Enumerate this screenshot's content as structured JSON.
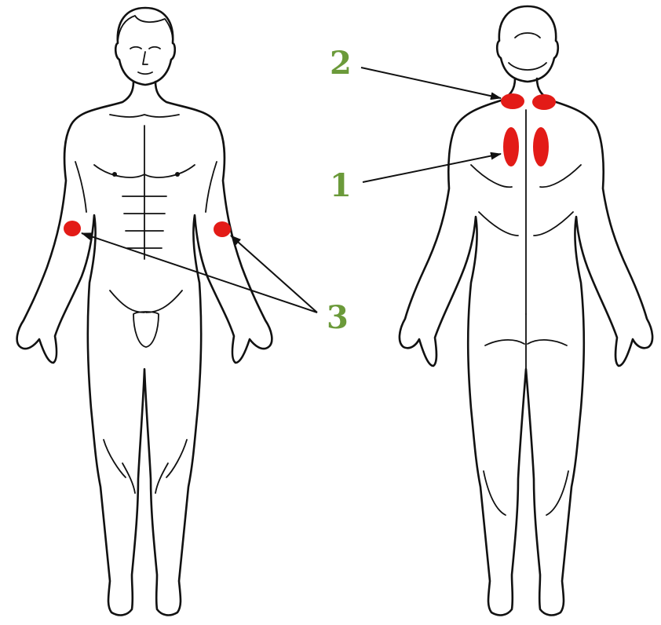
{
  "colors": {
    "label_green": "#6b9a3a",
    "marker_red": "#e31b17",
    "line_black": "#111111",
    "background": "#ffffff"
  },
  "labels": {
    "one": "1",
    "two": "2",
    "three": "3"
  },
  "figures": {
    "front": "front-view-body",
    "back": "back-view-body"
  }
}
